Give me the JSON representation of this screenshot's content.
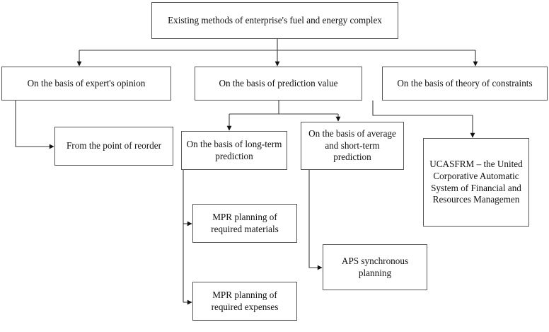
{
  "diagram": {
    "title": "Existing methods of enterprise's fuel and energy complex",
    "type": "flowchart",
    "orientation": "top-down",
    "colors": {
      "box_border": "#565656",
      "box_fill": "#ffffff",
      "connector": "#3c3c3c",
      "text": "#111111",
      "canvas": "#ffffff"
    },
    "nodes": [
      {
        "id": "root",
        "label": "Existing methods of enterprise's fuel and energy complex",
        "level": 0
      },
      {
        "id": "expert",
        "label": "On the basis of expert's opinion",
        "level": 1
      },
      {
        "id": "prediction",
        "label": "On the basis of prediction value",
        "level": 1
      },
      {
        "id": "theory",
        "label": "On the basis of theory of constraints",
        "level": 1
      },
      {
        "id": "reorder",
        "label": "From the point of reorder",
        "level": 2
      },
      {
        "id": "long-term",
        "label": "On the basis of long-term prediction",
        "level": 2
      },
      {
        "id": "short-term",
        "label": "On the basis of average and short-term prediction",
        "level": 2
      },
      {
        "id": "ucasfrm",
        "label": "UCASFRM – the United Corporative Automatic System of Financial and Resources Managemen",
        "level": 2
      },
      {
        "id": "mpr-materials",
        "label": "MPR planning of required materials",
        "level": 3
      },
      {
        "id": "mpr-expenses",
        "label": "MPR planning of required expenses",
        "level": 3
      },
      {
        "id": "aps",
        "label": "APS synchronous planning",
        "level": 3
      }
    ],
    "edges": [
      {
        "from": "root",
        "to": "expert",
        "style": "elbow",
        "arrow": "down"
      },
      {
        "from": "root",
        "to": "prediction",
        "style": "straight",
        "arrow": "down"
      },
      {
        "from": "root",
        "to": "theory",
        "style": "elbow",
        "arrow": "down"
      },
      {
        "from": "expert",
        "to": "reorder",
        "style": "elbow",
        "arrow": "right"
      },
      {
        "from": "prediction",
        "to": "long-term",
        "style": "elbow",
        "arrow": "down"
      },
      {
        "from": "prediction",
        "to": "short-term",
        "style": "elbow",
        "arrow": "down"
      },
      {
        "from": "theory",
        "to": "ucasfrm",
        "style": "elbow",
        "arrow": "down"
      },
      {
        "from": "long-term",
        "to": "mpr-materials",
        "style": "elbow",
        "arrow": "right"
      },
      {
        "from": "long-term",
        "to": "mpr-expenses",
        "style": "elbow",
        "arrow": "right"
      },
      {
        "from": "short-term",
        "to": "aps",
        "style": "elbow",
        "arrow": "right"
      }
    ]
  }
}
